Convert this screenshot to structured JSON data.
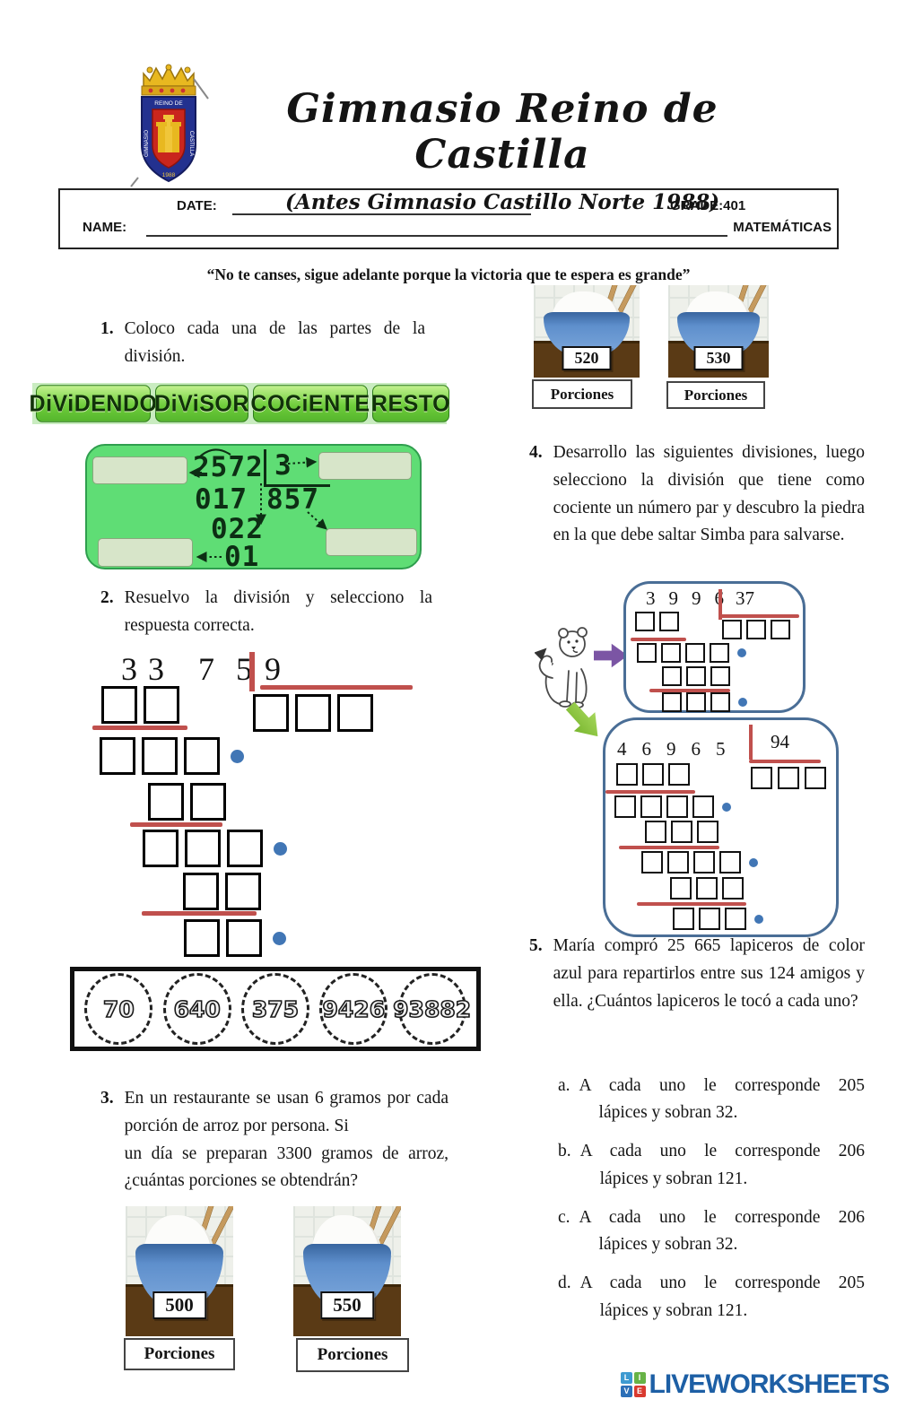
{
  "colors": {
    "accent_red": "#c0504d",
    "dot_blue": "#4176b5",
    "bubble_border": "#4a6e96",
    "diagram_green": "#5fdd75",
    "brand_blue": "#1d5fa5"
  },
  "header": {
    "school_name": "Gimnasio Reino de Castilla",
    "school_subtitle": "(Antes Gimnasio Castillo Norte 1988)",
    "crest": {
      "top": "REINO DE",
      "left": "GIMNASIO",
      "right": "CASTILLA",
      "year": "1988"
    }
  },
  "form": {
    "date_label": "DATE:",
    "grade_label": "GRADE:401",
    "name_label": "NAME:",
    "subject_label": "MATEMÁTICAS"
  },
  "quote": "“No te canses, sigue adelante porque la victoria que te espera es grande”",
  "q1": {
    "number": "1.",
    "text": "Coloco cada una de las partes de la división.",
    "part_labels": [
      "DiViDENDO",
      "DiViSOR",
      "COCiENTE",
      "RESTO"
    ],
    "division": {
      "dividend": "2572",
      "divisor": "3",
      "quotient": "857",
      "step1": "017",
      "step2": "022",
      "step3": "01"
    }
  },
  "q2": {
    "number": "2.",
    "text": "Resuelvo la división y selecciono la respuesta correcta.",
    "digits": [
      "3",
      "3",
      "7",
      "5"
    ],
    "divisor": "9",
    "options": [
      "70",
      "640",
      "375",
      "9426",
      "93882"
    ]
  },
  "q3": {
    "number": "3.",
    "text_line1": "En un restaurante se usan  6 gramos por cada porción de arroz por persona.  Si",
    "text_line2": "un día se preparan 3300 gramos  de arroz, ¿cuántas porciones se obtendrán?",
    "options_top": [
      {
        "value": "520",
        "caption": "Porciones"
      },
      {
        "value": "530",
        "caption": "Porciones"
      }
    ],
    "options_bottom": [
      {
        "value": "500",
        "caption": "Porciones"
      },
      {
        "value": "550",
        "caption": "Porciones"
      }
    ]
  },
  "q4": {
    "number": "4.",
    "text": "Desarrollo las siguientes divisiones, luego selecciono la división que tiene como cociente un número par y descubro la piedra en la que debe saltar Simba para salvarse.",
    "division1": {
      "digits": [
        "3",
        "9",
        "9",
        "6"
      ],
      "divisor": "37"
    },
    "division2": {
      "digits": [
        "4",
        "6",
        "9",
        "6",
        "5"
      ],
      "divisor": "94"
    }
  },
  "q5": {
    "number": "5.",
    "text": "María compró 25 665 lapiceros de color azul para repartirlos entre sus 124 amigos y ella. ¿Cuántos lapiceros le tocó a cada uno?",
    "options": [
      {
        "letter": "a.",
        "line1": "A cada uno le corresponde 205",
        "line2": "lápices y sobran 32."
      },
      {
        "letter": "b.",
        "line1": "A cada uno le corresponde 206",
        "line2": "lápices y sobran 121."
      },
      {
        "letter": "c.",
        "line1": "A cada uno le corresponde 206",
        "line2": "lápices y sobran 32."
      },
      {
        "letter": "d.",
        "line1": "A cada uno le corresponde 205",
        "line2": "lápices y sobran 121."
      }
    ]
  },
  "footer": {
    "brand": "LIVEWORKSHEETS",
    "tiles": [
      "L",
      "I",
      "V",
      "E"
    ]
  }
}
